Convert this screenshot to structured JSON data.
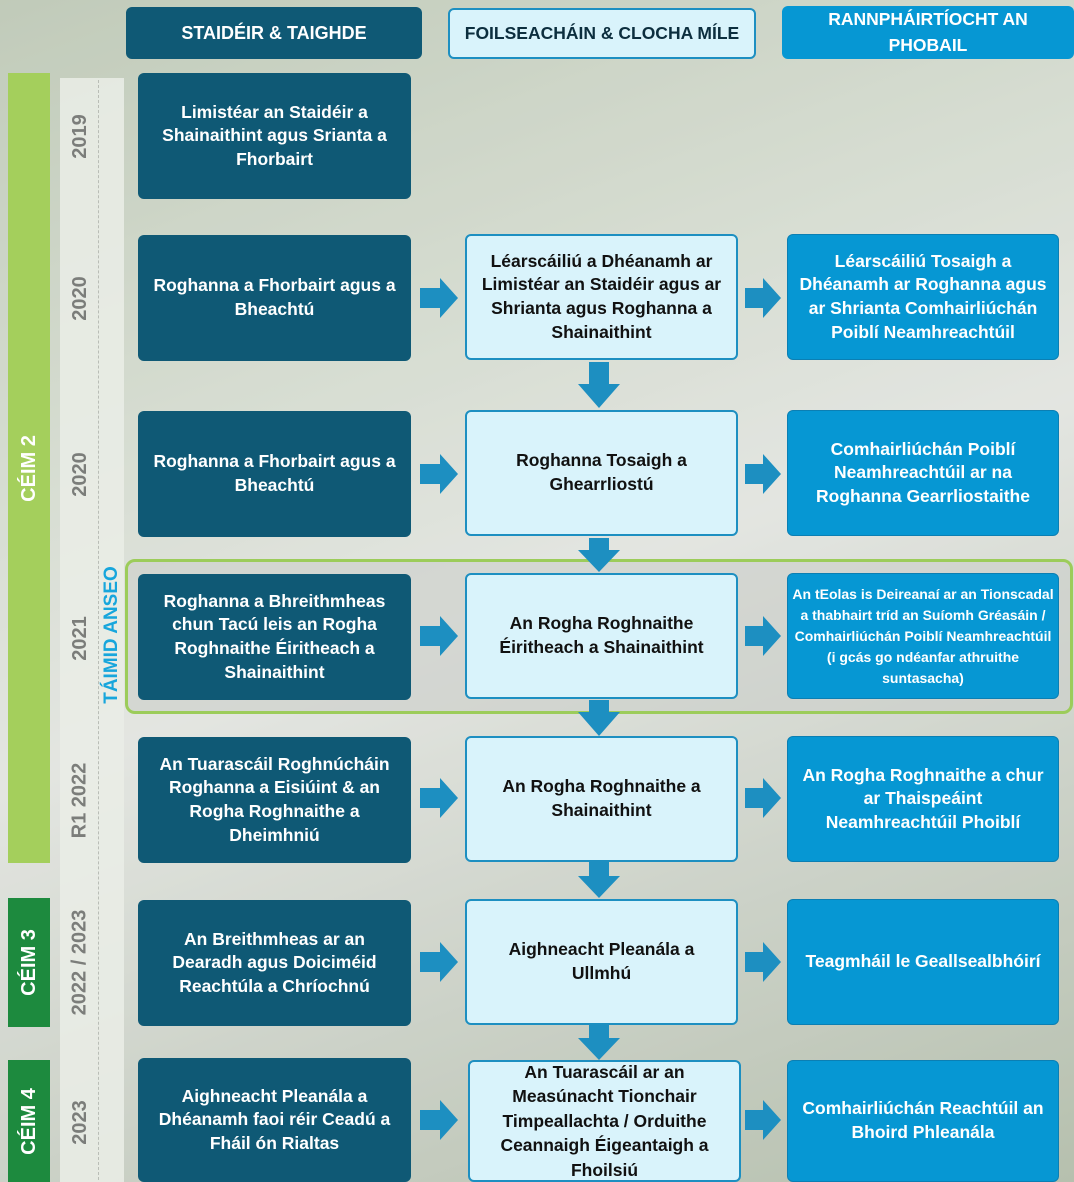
{
  "headers": {
    "col1": "STAIDÉIR & TAIGHDE",
    "col2": "FOILSEACHÁIN & CLOCHA MÍLE",
    "col3": "RANNPHÁIRTÍOCHT AN PHOBAIL"
  },
  "stages": {
    "ceim2": "CÉIM 2",
    "ceim3": "CÉIM 3",
    "ceim4": "CÉIM 4"
  },
  "years": [
    "2019",
    "2020",
    "2020",
    "2021",
    "R1 2022",
    "2022 / 2023",
    "2023"
  ],
  "here_label": "TÁIMID ANSEO",
  "rows": [
    {
      "col1": "Limistéar an Staidéir a Shainaithint agus Srianta a Fhorbairt"
    },
    {
      "col1": "Roghanna a Fhorbairt agus a Bheachtú",
      "col2": "Léarscáiliú a Dhéanamh ar Limistéar an Staidéir agus ar Shrianta agus Roghanna a Shainaithint",
      "col3": "Léarscáiliú Tosaigh a Dhéanamh ar Roghanna agus ar Shrianta Comhairliúchán Poiblí Neamhreachtúil"
    },
    {
      "col1": "Roghanna a Fhorbairt agus a Bheachtú",
      "col2": "Roghanna Tosaigh a Ghearrliostú",
      "col3": "Comhairliúchán Poiblí Neamhreachtúil ar na Roghanna Gearrliostaithe"
    },
    {
      "col1": "Roghanna a Bhreithmheas chun Tacú leis an Rogha Roghnaithe Éiritheach a Shainaithint",
      "col2": "An Rogha Roghnaithe Éiritheach a Shainaithint",
      "col3": "An tEolas is Deireanaí ar an Tionscadal a thabhairt tríd an Suíomh Gréasáin / Comhairliúchán Poiblí Neamhreachtúil (i gcás go ndéanfar athruithe suntasacha)"
    },
    {
      "col1": "An Tuarascáil Roghnúcháin Roghanna a Eisiúint & an Rogha Roghnaithe a Dheimhniú",
      "col2": "An Rogha Roghnaithe a Shainaithint",
      "col3": "An Rogha Roghnaithe a chur ar Thaispeáint Neamhreachtúil Phoiblí"
    },
    {
      "col1": "An Breithmheas ar an Dearadh agus Doiciméid Reachtúla a Chríochnú",
      "col2": "Aighneacht Pleanála a Ullmhú",
      "col3": "Teagmháil le Geallsealbhóirí"
    },
    {
      "col1": "Aighneacht Pleanála a Dhéanamh faoi réir Ceadú a Fháil ón Rialtas",
      "col2": "An Tuarascáil ar an Measúnacht Tionchair Timpeallachta / Orduithe Ceannaigh Éigeantaigh a Fhoilsiú",
      "col3": "Comhairliúchán Reachtúil an Bhoird Phleanála"
    }
  ],
  "colors": {
    "dark": "#0f5975",
    "light": "#d9f3fb",
    "cyan": "#0697d3",
    "arrow": "#1d8fc1",
    "stage2": "#a4cf5c",
    "stage34": "#1d8a3e",
    "here_border": "#9ccc5a"
  }
}
